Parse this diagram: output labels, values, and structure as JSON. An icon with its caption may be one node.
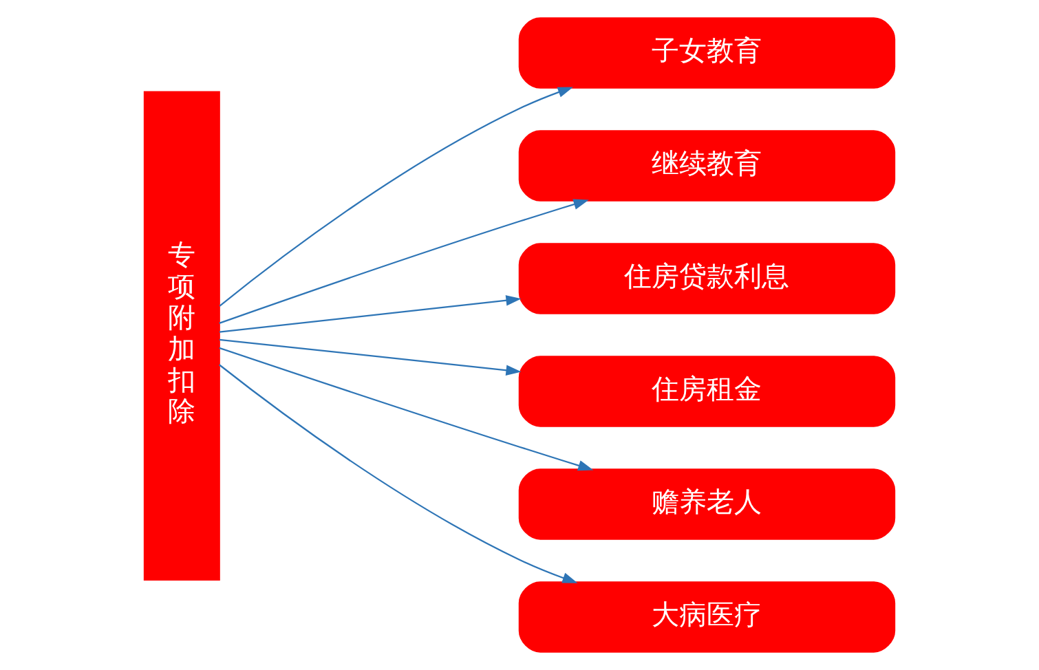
{
  "diagram": {
    "nodes": [
      {
        "text": [
          "专项附加扣除"
        ]
      },
      {
        "text": [
          "子女教育"
        ]
      },
      {
        "text": [
          "继续教育"
        ]
      },
      {
        "text": [
          "住房贷款利息"
        ]
      },
      {
        "text": [
          "住房租金"
        ]
      },
      {
        "text": [
          "赡养老人"
        ]
      },
      {
        "text": [
          "大病医疗"
        ]
      }
    ],
    "edges": [
      {
        "from": 0,
        "to": 1,
        "arrow": "to"
      },
      {
        "from": 0,
        "to": 2,
        "arrow": "to"
      },
      {
        "from": 0,
        "to": 3,
        "arrow": "to"
      },
      {
        "from": 0,
        "to": 4,
        "arrow": "to"
      },
      {
        "from": 0,
        "to": 5,
        "arrow": "to"
      },
      {
        "from": 0,
        "to": 6,
        "arrow": "to"
      }
    ]
  }
}
